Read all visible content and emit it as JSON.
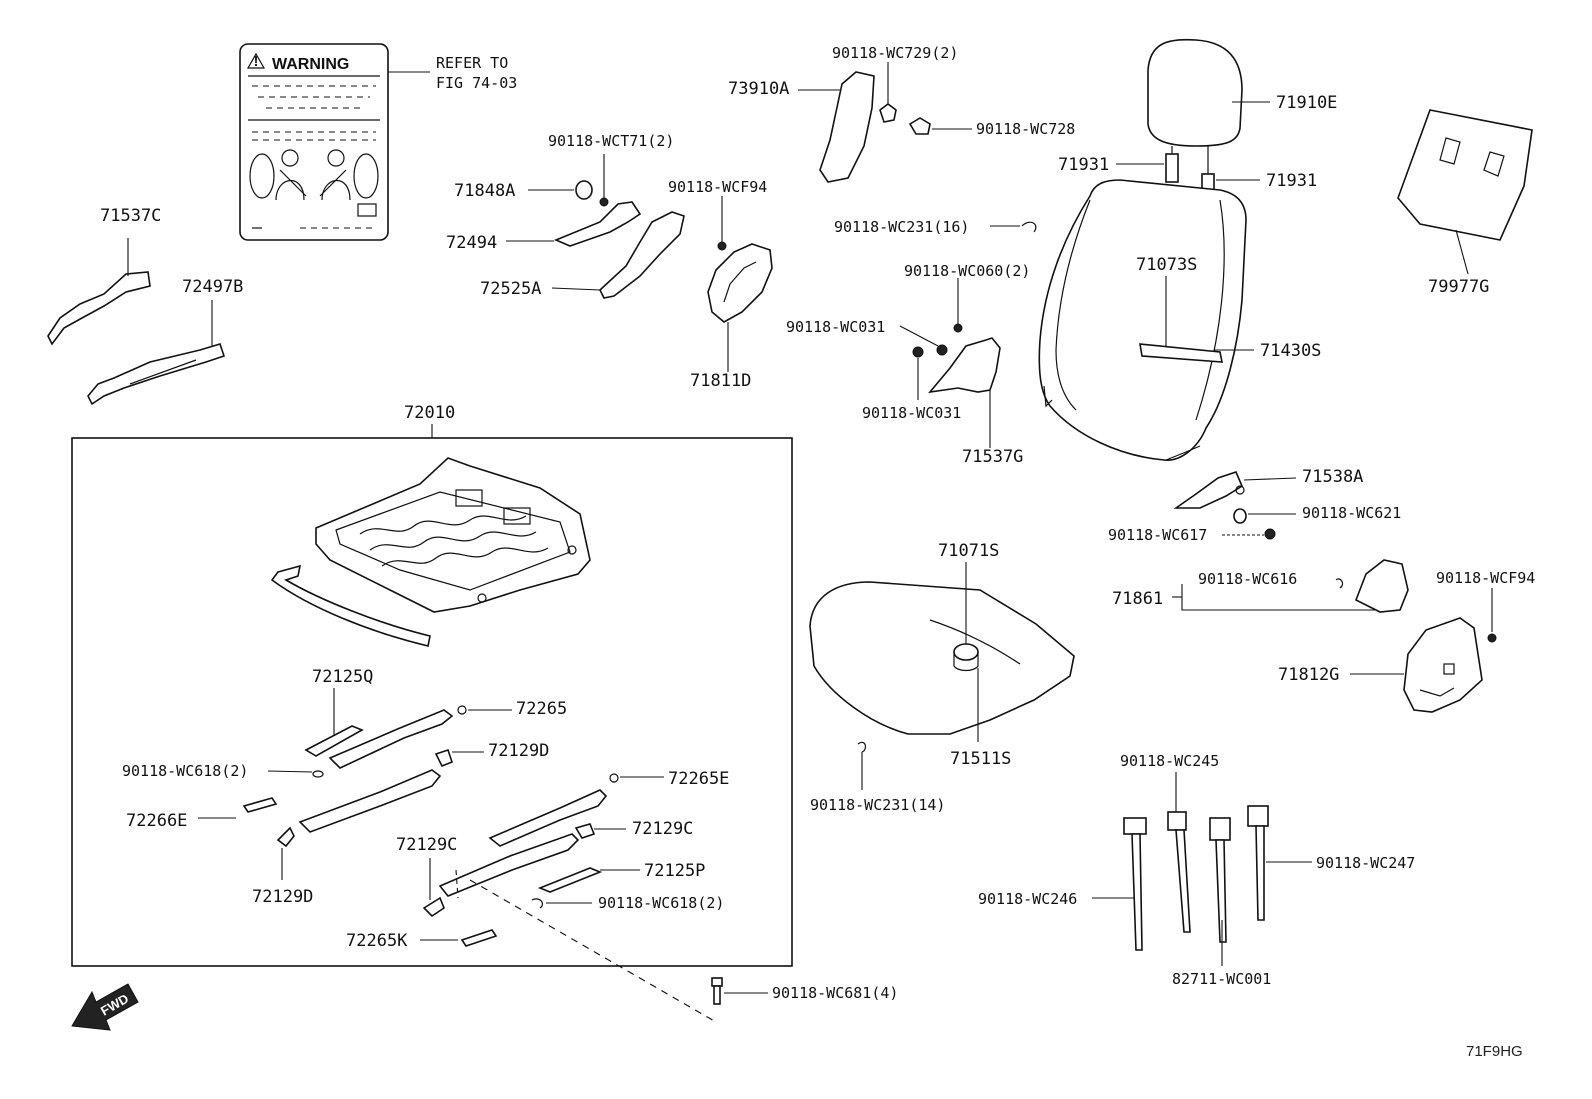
{
  "diagram": {
    "code": "71F9HG",
    "fwd_label": "FWD",
    "warning_label": {
      "title": "WARNING",
      "refer_line1": "REFER TO",
      "refer_line2": "FIG 74-03"
    },
    "callouts": {
      "p71537C": "71537C",
      "p72497B": "72497B",
      "p71848A": "71848A",
      "p72494": "72494",
      "p72525A": "72525A",
      "f_wct71": "90118-WCT71(2)",
      "f_wcf94_top": "90118-WCF94",
      "p71811D": "71811D",
      "f_wc729": "90118-WC729(2)",
      "p73910A": "73910A",
      "f_wc728": "90118-WC728",
      "f_wc231_16": "90118-WC231(16)",
      "f_wc060": "90118-WC060(2)",
      "f_wc031_a": "90118-WC031",
      "f_wc031_b": "90118-WC031",
      "p71537G": "71537G",
      "p71910E": "71910E",
      "p71931_a": "71931",
      "p71931_b": "71931",
      "p71073S": "71073S",
      "p71430S": "71430S",
      "p79977G": "79977G",
      "p71538A": "71538A",
      "f_wc621": "90118-WC621",
      "f_wc617": "90118-WC617",
      "p72010": "72010",
      "p72125Q": "72125Q",
      "p72265": "72265",
      "f_wc618_a": "90118-WC618(2)",
      "p72129D_a": "72129D",
      "p72265E": "72265E",
      "p72266E": "72266E",
      "p72129C_a": "72129C",
      "p72129C_b": "72129C",
      "p72125P": "72125P",
      "p72129D_b": "72129D",
      "f_wc618_b": "90118-WC618(2)",
      "p72265K": "72265K",
      "f_wc681": "90118-WC681(4)",
      "p71071S": "71071S",
      "p71511S": "71511S",
      "f_wc231_14": "90118-WC231(14)",
      "p71861": "71861",
      "f_wc616": "90118-WC616",
      "f_wcf94_right": "90118-WCF94",
      "p71812G": "71812G",
      "f_wc245": "90118-WC245",
      "f_wc246": "90118-WC246",
      "f_wc247": "90118-WC247",
      "p82711": "82711-WC001"
    }
  }
}
